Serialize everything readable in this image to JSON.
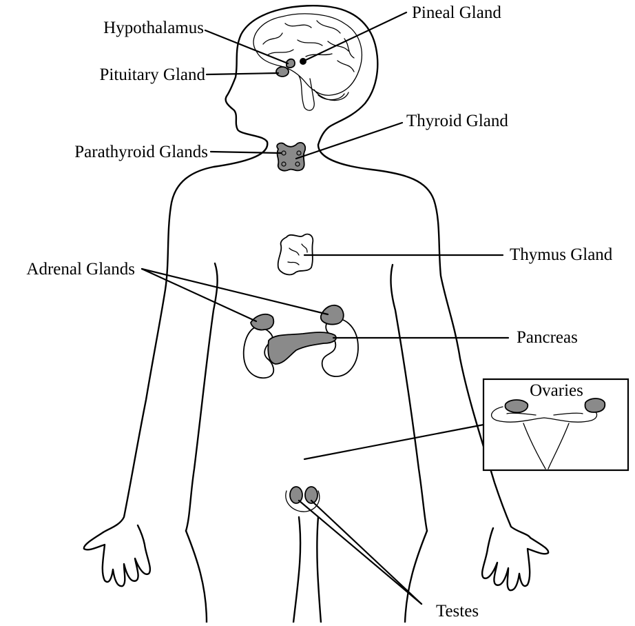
{
  "labels": {
    "hypothalamus": "Hypothalamus",
    "pineal": "Pineal Gland",
    "pituitary": "Pituitary Gland",
    "thyroid": "Thyroid Gland",
    "parathyroid": "Parathyroid Glands",
    "thymus": "Thymus Gland",
    "adrenal": "Adrenal Glands",
    "pancreas": "Pancreas",
    "ovaries": "Ovaries",
    "testes": "Testes"
  },
  "colors": {
    "gland_fill": "#8a8a8a",
    "outline": "#000000",
    "background": "#ffffff"
  }
}
